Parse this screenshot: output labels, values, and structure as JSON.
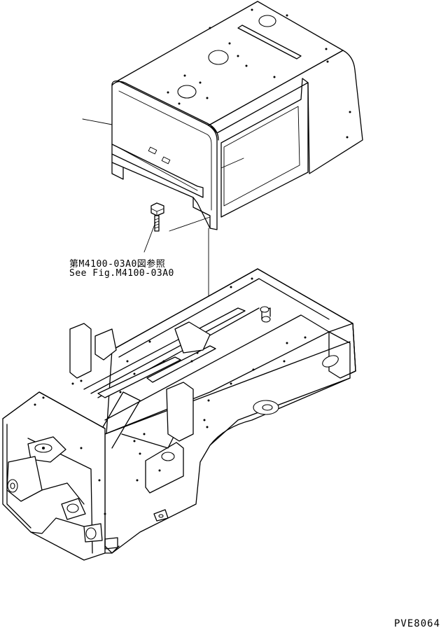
{
  "reference_note": {
    "japanese": "第M4100-03A0図参照",
    "english": "See Fig.M4100-03A0"
  },
  "figure_code": "PVE8064",
  "parts": [
    {
      "name": "cover",
      "icon": "cover-box-icon"
    },
    {
      "name": "bolt",
      "icon": "bolt-icon"
    },
    {
      "name": "frame",
      "icon": "frame-icon"
    }
  ],
  "colors": {
    "line": "#000000",
    "background": "#ffffff"
  }
}
